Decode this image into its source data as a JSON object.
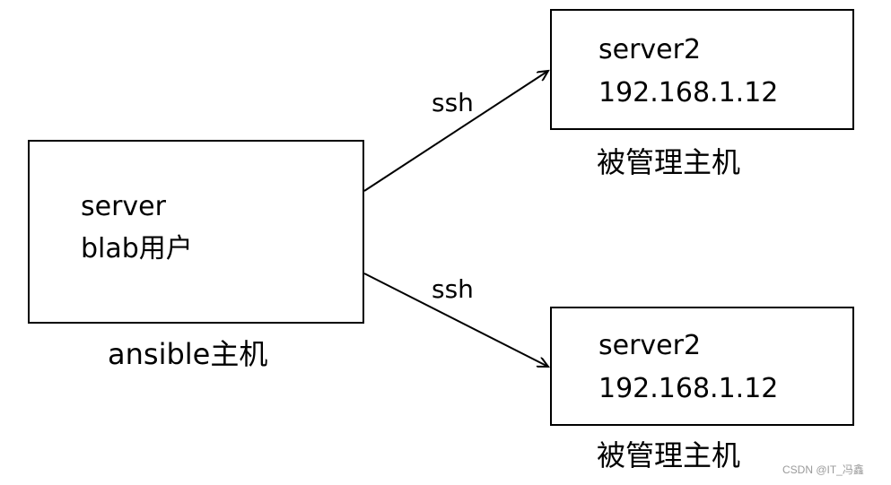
{
  "control_node": {
    "line1": "server",
    "line2": "blab用户",
    "caption": "ansible主机"
  },
  "managed_nodes": [
    {
      "line1": "server2",
      "line2": "192.168.1.12",
      "caption": "被管理主机"
    },
    {
      "line1": "server2",
      "line2": "192.168.1.12",
      "caption": "被管理主机"
    }
  ],
  "edges": [
    {
      "label": "ssh"
    },
    {
      "label": "ssh"
    }
  ],
  "watermark": "CSDN @IT_冯鑫"
}
